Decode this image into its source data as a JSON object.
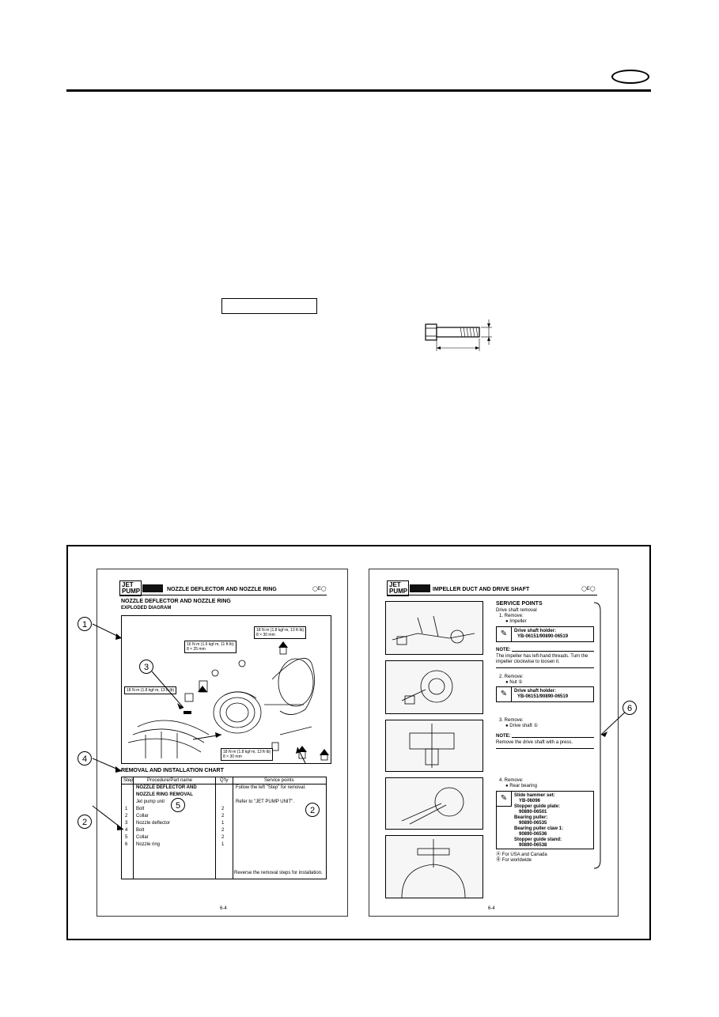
{
  "top_rule": {},
  "left_page": {
    "badge": {
      "line1": "JET",
      "line2": "PUMP"
    },
    "header_title": "NOZZLE DEFLECTOR AND NOZZLE RING",
    "section_title": "NOZZLE DEFLECTOR AND NOZZLE RING",
    "subsection_title": "EXPLODED DIAGRAM",
    "torque_boxes": [
      {
        "line1": "18 N·m (1.8 kgf·m, 13 ft·lb)",
        "line2": "8 × 30 mm"
      },
      {
        "line1": "16 N·m (1.6 kgf·m, 11 ft·lb)",
        "line2": "8 × 25 mm"
      },
      {
        "line1": "18 N·m (1.8 kgf·m, 13 ft·lb)"
      },
      {
        "line1": "18 N·m (1.8 kgf·m, 13 ft·lb)",
        "line2": "8 × 30 mm"
      }
    ],
    "chart_title": "REMOVAL AND INSTALLATION CHART",
    "table_headers": [
      "Step",
      "Procedure/Part name",
      "Q'ty",
      "Service points"
    ],
    "table_rows": [
      {
        "step": "",
        "name": "NOZZLE DEFLECTOR AND",
        "qty": "",
        "note": "Follow the left \"Step\" for removal."
      },
      {
        "step": "",
        "name": "NOZZLE RING REMOVAL",
        "qty": "",
        "note": ""
      },
      {
        "step": "",
        "name": "Jet pump unit",
        "qty": "",
        "note": "Refer to \"JET PUMP UNIT\"."
      },
      {
        "step": "1",
        "name": "Bolt",
        "qty": "2",
        "note": ""
      },
      {
        "step": "2",
        "name": "Collar",
        "qty": "2",
        "note": ""
      },
      {
        "step": "3",
        "name": "Nozzle deflector",
        "qty": "1",
        "note": ""
      },
      {
        "step": "4",
        "name": "Bolt",
        "qty": "2",
        "note": ""
      },
      {
        "step": "5",
        "name": "Collar",
        "qty": "2",
        "note": ""
      },
      {
        "step": "6",
        "name": "Nozzle ring",
        "qty": "1",
        "note": ""
      }
    ],
    "footer_note": "Reverse the removal steps for installation.",
    "page_number": "6-4"
  },
  "right_page": {
    "badge": {
      "line1": "JET",
      "line2": "PUMP"
    },
    "header_title": "IMPELLER DUCT AND DRIVE SHAFT",
    "service_points_title": "SERVICE POINTS",
    "service_points_sub": "Drive shaft removal",
    "step1": {
      "label": "1. Remove:",
      "item": "● Impeller"
    },
    "tool1": {
      "name": "Drive shaft holder:",
      "code": "YB-06151/90890-06519"
    },
    "note1": {
      "label": "NOTE:",
      "text": "The impeller has left-hand threads. Turn the impeller clockwise to loosen it."
    },
    "step2": {
      "label": "2. Remove:",
      "item": "● Nut ①"
    },
    "tool2": {
      "name": "Drive shaft holder:",
      "code": "YB-06151/90890-06519"
    },
    "step3": {
      "label": "3. Remove:",
      "item": "● Drive shaft ①"
    },
    "note2": {
      "label": "NOTE:",
      "text": "Remove the drive shaft with a press."
    },
    "step4": {
      "label": "4. Remove:",
      "item": "● Rear bearing"
    },
    "tool3": {
      "lines": [
        "Slide hammer set:",
        "YB-06096",
        "Stopper guide plate:",
        "90890-06501",
        "Bearing puller:",
        "90890-06535",
        "Bearing puller claw 1:",
        "90890-06536",
        "Stopper guide stand:",
        "90890-06538"
      ]
    },
    "footer_notes": [
      "Ⓐ For USA and Canada",
      "Ⓑ For worldwide"
    ],
    "page_number": "6-4"
  },
  "callouts": [
    "1",
    "2",
    "3",
    "4",
    "5",
    "6"
  ]
}
